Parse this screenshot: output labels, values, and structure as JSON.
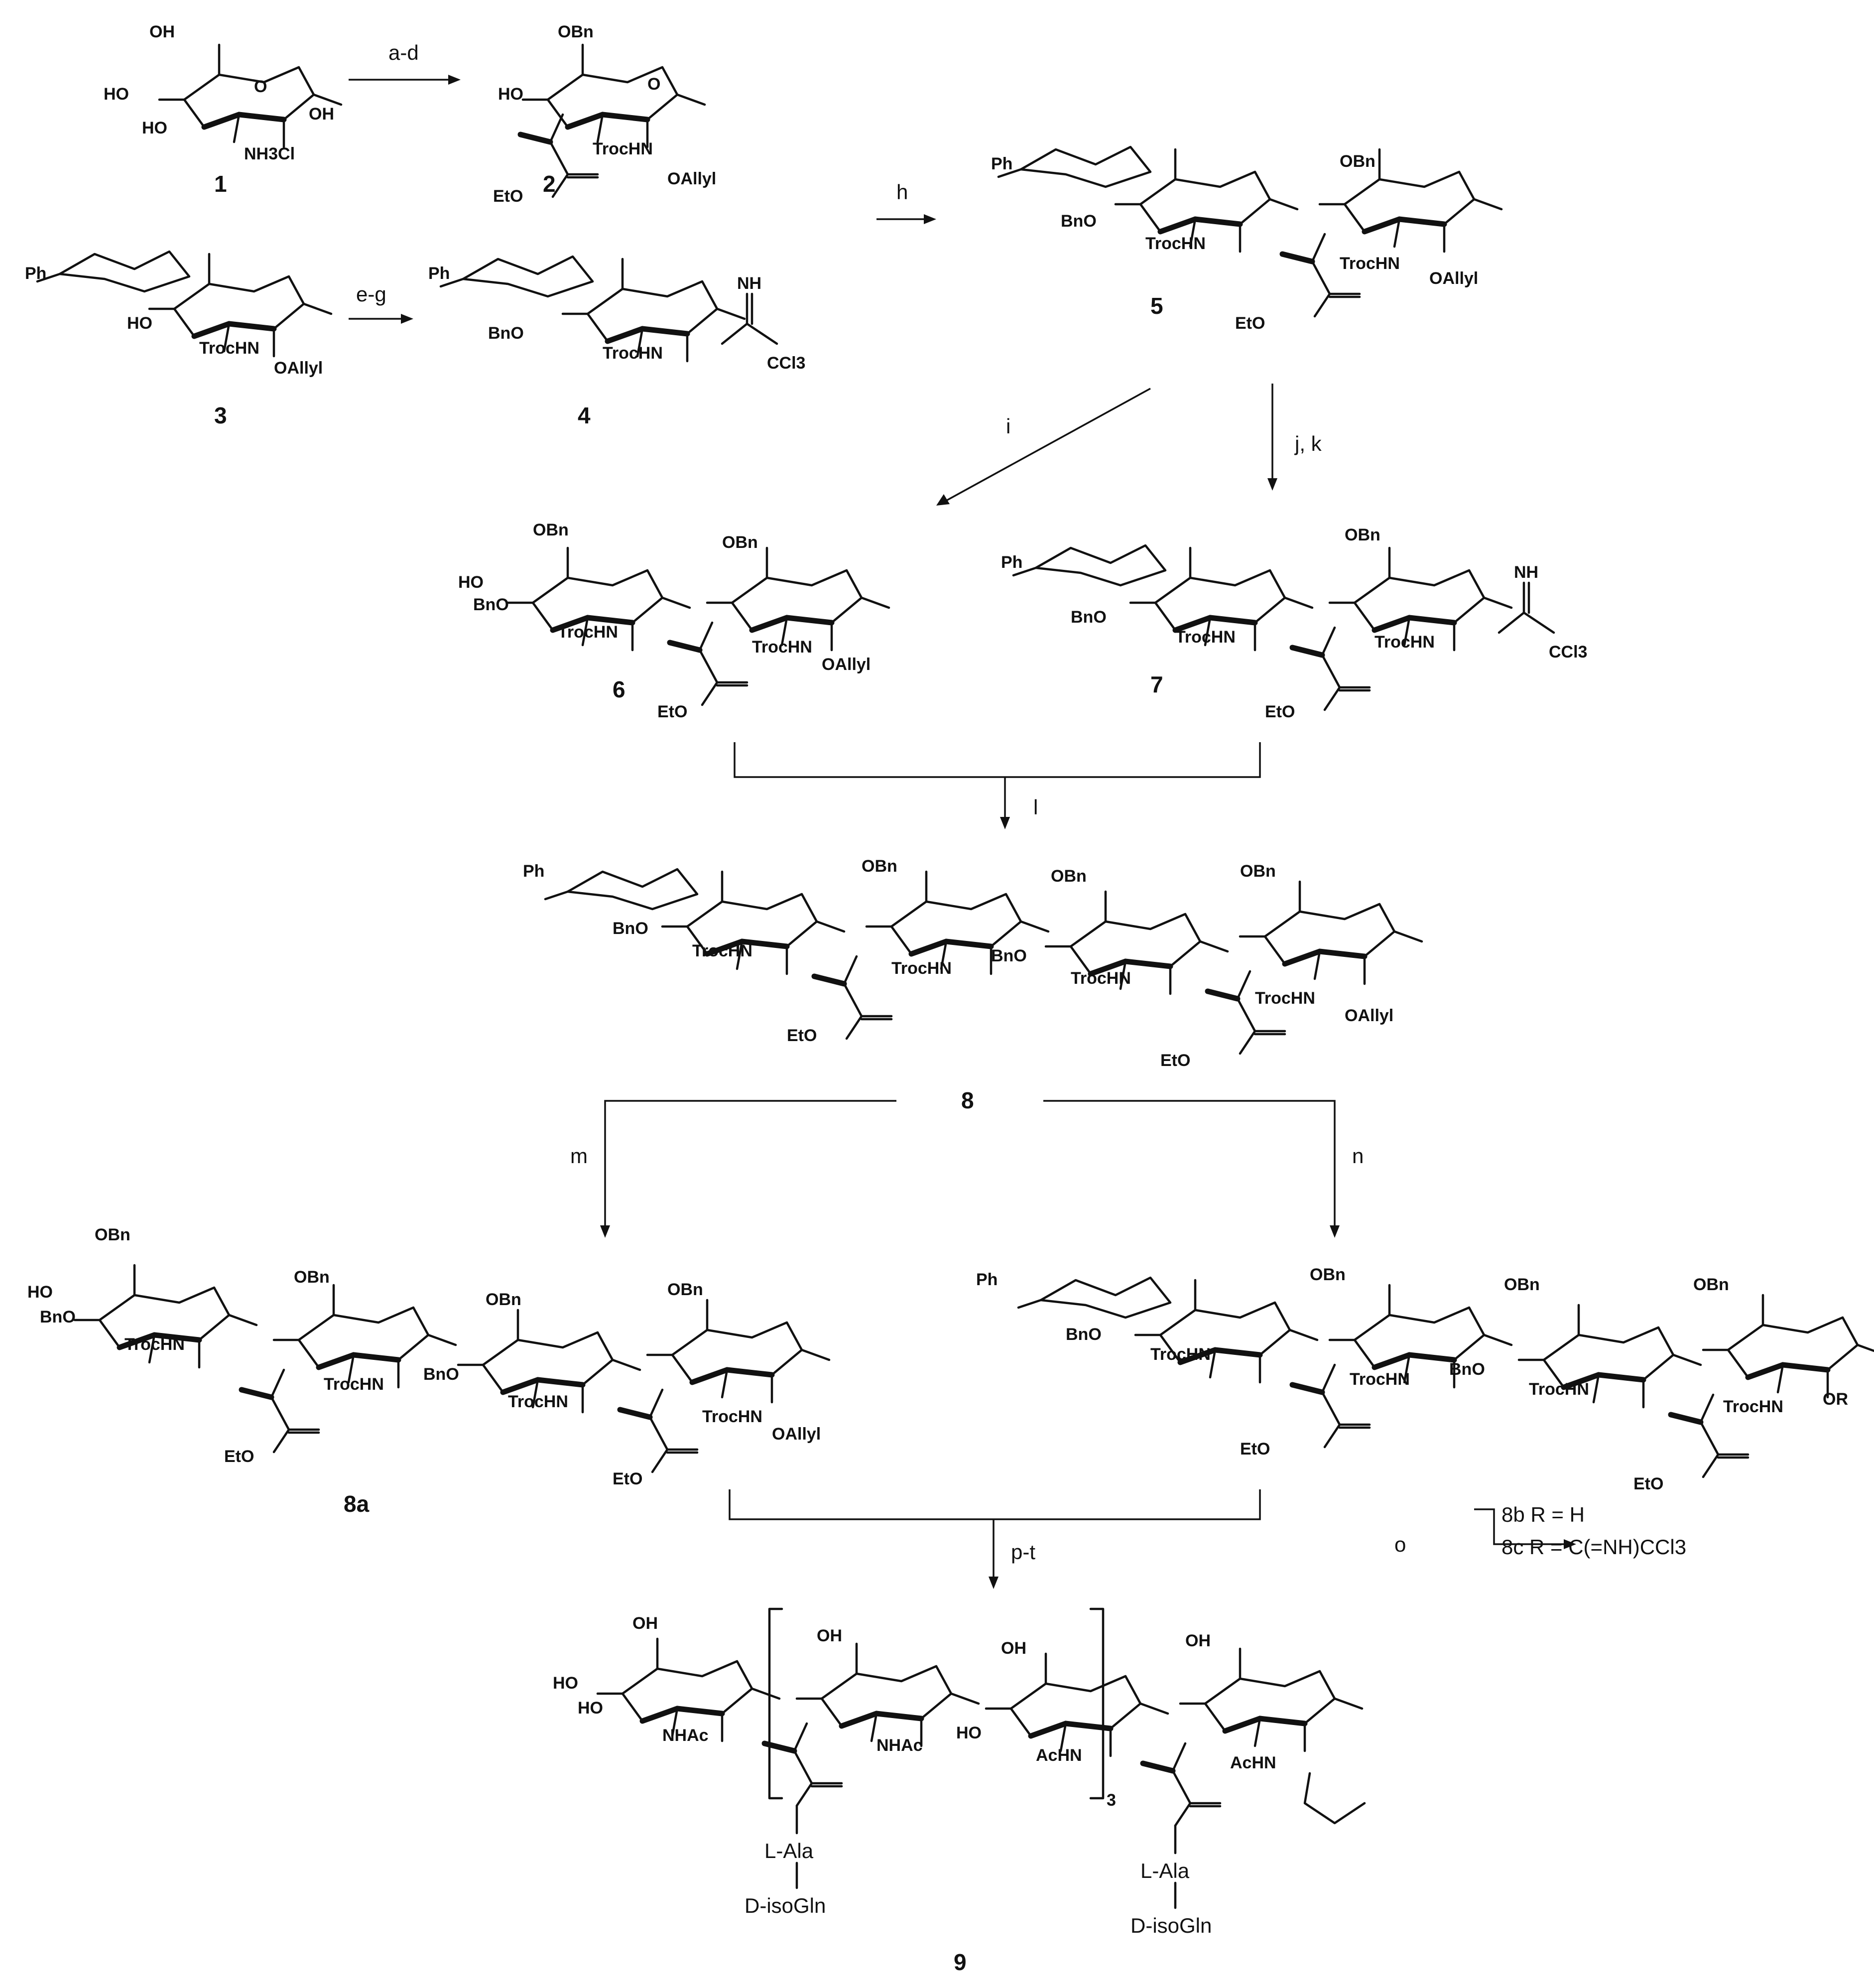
{
  "compounds": {
    "c1": "1",
    "c2": "2",
    "c3": "3",
    "c4": "4",
    "c5": "5",
    "c6": "6",
    "c7": "7",
    "c8": "8",
    "c8a": "8a",
    "c9": "9"
  },
  "steps": {
    "ad": "a-d",
    "eg": "e-g",
    "h": "h",
    "i": "i",
    "jk": "j, k",
    "l": "l",
    "m": "m",
    "n": "n",
    "o": "o",
    "pt": "p-t"
  },
  "labels": {
    "oh": "OH",
    "ho": "HO",
    "nh3cl": "NH3Cl",
    "obn": "OBn",
    "bno": "BnO",
    "trochn": "TrocHN",
    "oallyl": "OAllyl",
    "eto": "EtO",
    "o": "O",
    "ph": "Ph",
    "nh": "NH",
    "ccl3": "CCl3",
    "or": "OR",
    "nhac": "NHAc",
    "achn": "AcHN",
    "lala": "L-Ala",
    "disogln": "D-isoGln",
    "repeat": "3"
  },
  "legend": {
    "l8b": "8b R = H",
    "l8c": "8c R = C(=NH)CCl3"
  }
}
